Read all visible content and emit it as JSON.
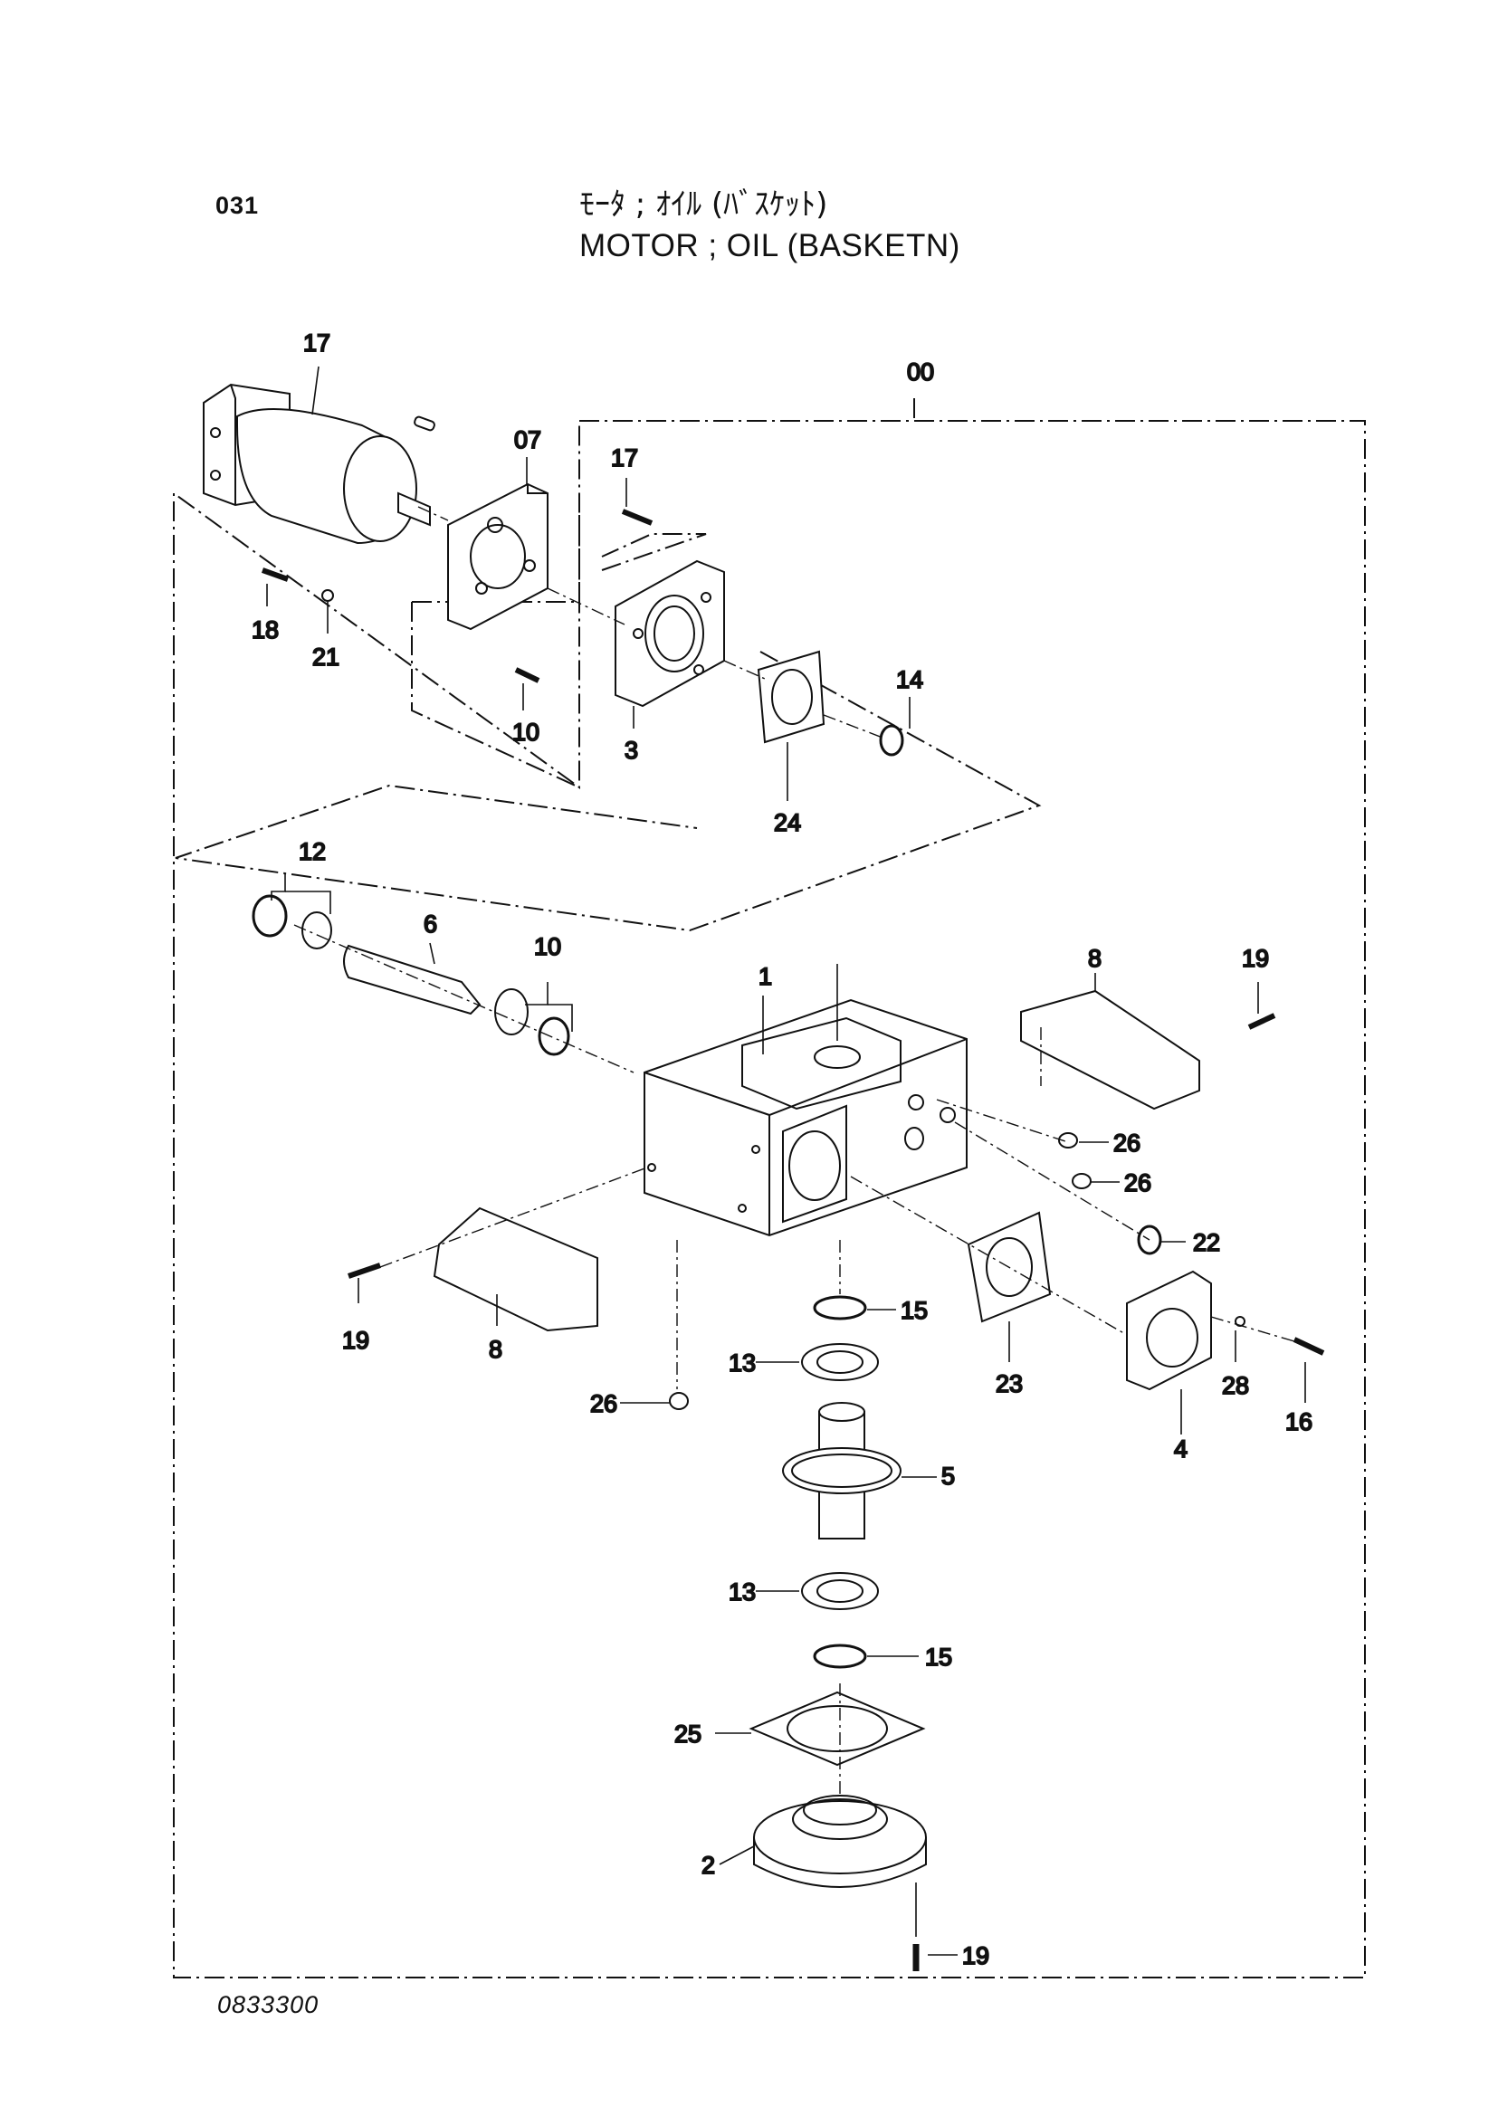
{
  "header": {
    "page_number": "031",
    "title_japanese": "ﾓｰﾀ ; ｵｲﾙ (ﾊﾞｽｹｯﾄ)",
    "title_english": "MOTOR ; OIL (BASKETN)"
  },
  "footer": {
    "document_code": "0833300"
  },
  "callouts": {
    "assembly": "00",
    "housing": "1",
    "cover_bottom": "2",
    "flange": "3",
    "cover_side": "4",
    "gear": "5",
    "shaft": "6",
    "adapter_plate": "07",
    "bracket_right": "8",
    "bracket_left": "8",
    "bearing_10": "10",
    "screw_10": "10",
    "bearing_12": "12",
    "bearing_13_upper": "13",
    "bearing_13_lower": "13",
    "seal_14": "14",
    "seal_15_upper": "15",
    "seal_15_lower": "15",
    "screw_16": "16",
    "motor": "17",
    "screw_17": "17",
    "screw_18": "18",
    "screw_19_right": "19",
    "screw_19_left": "19",
    "screw_19_bottom": "19",
    "washer_21": "21",
    "seal_22": "22",
    "gasket_23": "23",
    "gasket_24": "24",
    "gasket_25": "25",
    "plug_26_a": "26",
    "plug_26_b": "26",
    "plug_26_c": "26",
    "washer_28": "28"
  }
}
